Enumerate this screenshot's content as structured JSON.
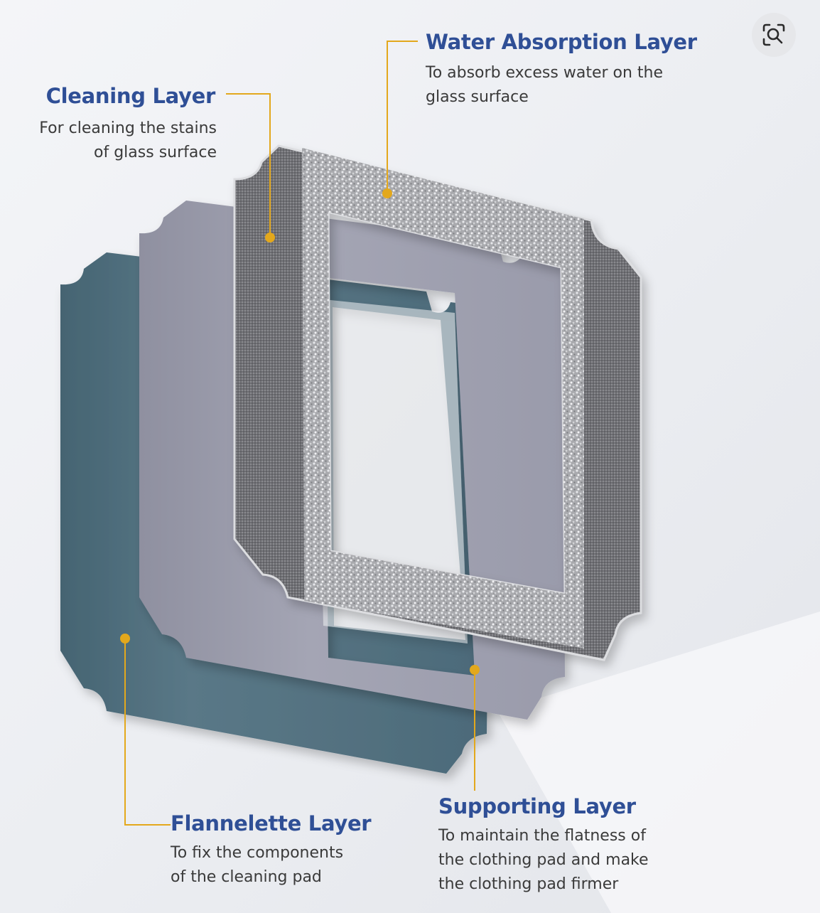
{
  "layers": {
    "water_absorption": {
      "title": "Water Absorption Layer",
      "desc_line1": "To absorb excess water on the",
      "desc_line2": "glass surface"
    },
    "cleaning": {
      "title": "Cleaning Layer",
      "desc_line1": "For cleaning the stains",
      "desc_line2": "of glass surface"
    },
    "flannelette": {
      "title": "Flannelette Layer",
      "desc_line1": "To fix the components",
      "desc_line2": "of the cleaning pad"
    },
    "supporting": {
      "title": "Supporting Layer",
      "desc_line1": "To maintain the flatness of",
      "desc_line2": "the clothing pad and make",
      "desc_line3": "the clothing pad firmer"
    }
  },
  "colors": {
    "title": "#2f4f96",
    "leader_line": "#e3a81c",
    "flannelette": "#4f6d7c",
    "supporting": "#9b9bab",
    "cleaning": "#7b7c80",
    "absorption": "#b9babd"
  },
  "icons": {
    "lens": "visual-search-icon"
  }
}
